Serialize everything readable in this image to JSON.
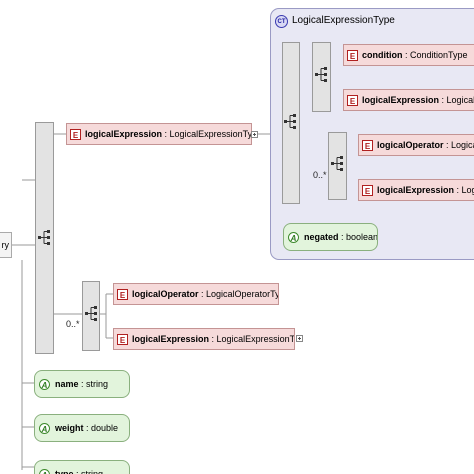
{
  "complex_type": {
    "badge": "CT",
    "title": "LogicalExpressionType",
    "elements": [
      {
        "badge": "E",
        "name": "condition",
        "type": "ConditionType"
      },
      {
        "badge": "E",
        "name": "logicalExpression",
        "type": "LogicalExpressionType"
      },
      {
        "badge": "E",
        "name": "logicalOperator",
        "type": "LogicalOperatorType"
      },
      {
        "badge": "E",
        "name": "logicalExpression",
        "type": "LogicalExpressionType"
      }
    ],
    "attribute": {
      "badge": "A",
      "name": "negated",
      "type": "boolean"
    },
    "inner_multiplicity": "0..*"
  },
  "main": {
    "left_stub_text": "ry",
    "elements": [
      {
        "badge": "E",
        "name": "logicalExpression",
        "type": "LogicalExpressionType"
      },
      {
        "badge": "E",
        "name": "logicalOperator",
        "type": "LogicalOperatorType"
      },
      {
        "badge": "E",
        "name": "logicalExpression",
        "type": "LogicalExpressionType"
      }
    ],
    "multiplicity": "0..*",
    "attributes": [
      {
        "badge": "A",
        "name": "name",
        "type": "string"
      },
      {
        "badge": "A",
        "name": "weight",
        "type": "double"
      },
      {
        "badge": "A",
        "name": "type",
        "type": "string"
      }
    ]
  },
  "separator": " : ",
  "colors": {
    "element_fill": "#f6dada",
    "element_border": "#c49494",
    "attribute_fill": "#e2f4dc",
    "complex_type_fill": "#e8e8f4"
  },
  "icons": {
    "sequence": "sequence-compositor-icon",
    "expand": "expand-plus-icon"
  }
}
